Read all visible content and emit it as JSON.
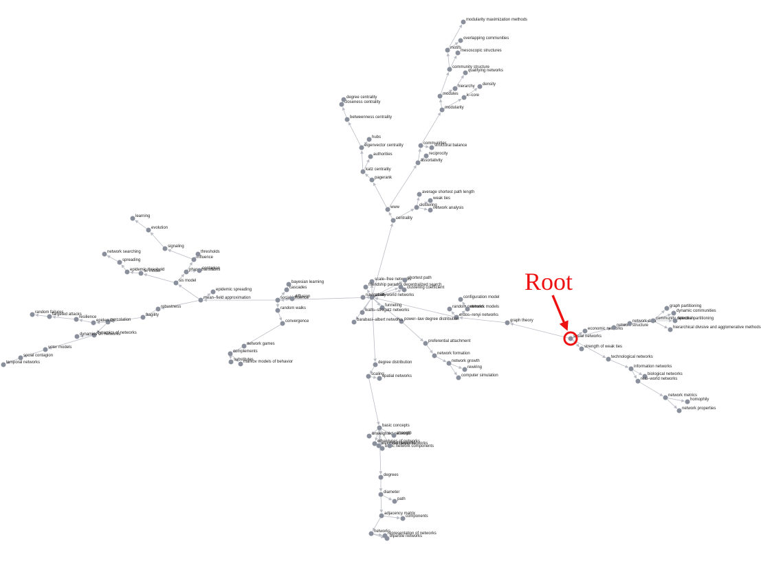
{
  "root_label": "Root",
  "colors": {
    "node": "#8a8f9c",
    "edge": "#b9bcc4",
    "highlight": "#ee1111"
  },
  "nodes": [
    {
      "id": "social",
      "label": "social networks"
    },
    {
      "id": "econ",
      "label": "economic networks"
    },
    {
      "id": "strength",
      "label": "strength of weak ties"
    },
    {
      "id": "graphtheory",
      "label": "graph theory"
    },
    {
      "id": "netstruct",
      "label": "network structure"
    },
    {
      "id": "netdata",
      "label": "network data"
    },
    {
      "id": "comdet",
      "label": "community detection"
    },
    {
      "id": "graphpart",
      "label": "graph partitioning"
    },
    {
      "id": "dyncom",
      "label": "dynamic communities"
    },
    {
      "id": "spectral",
      "label": "spectral partitioning"
    },
    {
      "id": "hier_div",
      "label": "hierarchical divisive and agglomerative methods"
    },
    {
      "id": "technet",
      "label": "technological networks"
    },
    {
      "id": "infonet",
      "label": "information networks"
    },
    {
      "id": "bionet",
      "label": "biological networks"
    },
    {
      "id": "realworld",
      "label": "real–world networks"
    },
    {
      "id": "netmetrics",
      "label": "network metrics"
    },
    {
      "id": "homophily",
      "label": "homophily"
    },
    {
      "id": "netprops",
      "label": "network properties"
    },
    {
      "id": "erdos",
      "label": "erdos–renyi networks"
    },
    {
      "id": "random_net",
      "label": "random networks"
    },
    {
      "id": "network_models",
      "label": "network models"
    },
    {
      "id": "config",
      "label": "configuration model"
    },
    {
      "id": "powerlaw",
      "label": "power–law degree distribution"
    },
    {
      "id": "prefatt",
      "label": "preferential attachment"
    },
    {
      "id": "netform",
      "label": "network formation"
    },
    {
      "id": "netgrowth",
      "label": "network growth"
    },
    {
      "id": "rewiring",
      "label": "rewiring"
    },
    {
      "id": "compsim",
      "label": "computer simulation"
    },
    {
      "id": "smallworld",
      "label": "small–world networks"
    },
    {
      "id": "scalefree",
      "label": "scale–free networks"
    },
    {
      "id": "shortestpath",
      "label": "shortest path"
    },
    {
      "id": "friendship",
      "label": "friendship paradox"
    },
    {
      "id": "decsearch",
      "label": "decentralized search"
    },
    {
      "id": "clustcoef",
      "label": "clustering coefficient"
    },
    {
      "id": "navig",
      "label": "navigability"
    },
    {
      "id": "funneling",
      "label": "funneling"
    },
    {
      "id": "watts",
      "label": "watts–strogatz networks"
    },
    {
      "id": "barabasi",
      "label": "barabasi–albert networks"
    },
    {
      "id": "centrality",
      "label": "centrality"
    },
    {
      "id": "www",
      "label": "www"
    },
    {
      "id": "clustering",
      "label": "clustering"
    },
    {
      "id": "avgpath",
      "label": "average shortest path length"
    },
    {
      "id": "weakties2",
      "label": "weak ties"
    },
    {
      "id": "netanalysis",
      "label": "network analysis"
    },
    {
      "id": "pagerank",
      "label": "pagerank"
    },
    {
      "id": "katz",
      "label": "katz centrality"
    },
    {
      "id": "authorities",
      "label": "authorities"
    },
    {
      "id": "eigen",
      "label": "eigenvector centrality"
    },
    {
      "id": "hubs",
      "label": "hubs"
    },
    {
      "id": "betweenness",
      "label": "betweenness centrality"
    },
    {
      "id": "closeness",
      "label": "closeness centrality"
    },
    {
      "id": "degcent",
      "label": "degree centrality"
    },
    {
      "id": "assort",
      "label": "assortativity"
    },
    {
      "id": "reciprocity",
      "label": "reciprocity"
    },
    {
      "id": "communities",
      "label": "communities"
    },
    {
      "id": "structbal",
      "label": "structural balance"
    },
    {
      "id": "modularity",
      "label": "modularity"
    },
    {
      "id": "kcore",
      "label": "k–core"
    },
    {
      "id": "density",
      "label": "density"
    },
    {
      "id": "modules",
      "label": "modules"
    },
    {
      "id": "hierarchy",
      "label": "hierarchy"
    },
    {
      "id": "qualnet",
      "label": "qualifying networks"
    },
    {
      "id": "comstruct",
      "label": "community structure"
    },
    {
      "id": "meso",
      "label": "mesoscopic structures"
    },
    {
      "id": "motifs",
      "label": "motifs"
    },
    {
      "id": "overlap",
      "label": "overlapping communities"
    },
    {
      "id": "modmax",
      "label": "modularity maximization methods"
    },
    {
      "id": "socinf",
      "label": "social influence"
    },
    {
      "id": "diffusion",
      "label": "diffusion"
    },
    {
      "id": "cascades",
      "label": "cascades"
    },
    {
      "id": "bayes",
      "label": "bayesian learning"
    },
    {
      "id": "randwalks",
      "label": "random walks"
    },
    {
      "id": "convergence",
      "label": "convergence"
    },
    {
      "id": "netgames",
      "label": "network games"
    },
    {
      "id": "complements",
      "label": "complements"
    },
    {
      "id": "substitutes",
      "label": "substitutes"
    },
    {
      "id": "markov",
      "label": "markov models of behavior"
    },
    {
      "id": "meanfield",
      "label": "mean–field approximation"
    },
    {
      "id": "epispread",
      "label": "epidemic spreading"
    },
    {
      "id": "sis",
      "label": "sis model"
    },
    {
      "id": "phasetrans",
      "label": "phase transitions"
    },
    {
      "id": "contagion",
      "label": "contagion"
    },
    {
      "id": "influence",
      "label": "influence"
    },
    {
      "id": "thresholds",
      "label": "thresholds"
    },
    {
      "id": "signaling",
      "label": "signaling"
    },
    {
      "id": "evolution",
      "label": "evolution"
    },
    {
      "id": "learning",
      "label": "learning"
    },
    {
      "id": "sir",
      "label": "sir model"
    },
    {
      "id": "epithresh",
      "label": "epidemic threshold"
    },
    {
      "id": "spreading",
      "label": "spreading"
    },
    {
      "id": "netsearch",
      "label": "network searching"
    },
    {
      "id": "robustness",
      "label": "robustness"
    },
    {
      "id": "fragility",
      "label": "fragility"
    },
    {
      "id": "percolation",
      "label": "percolation"
    },
    {
      "id": "epidemics",
      "label": "epidemics"
    },
    {
      "id": "resilience",
      "label": "resilience"
    },
    {
      "id": "targeted",
      "label": "targeted attacks"
    },
    {
      "id": "randfail",
      "label": "random failures"
    },
    {
      "id": "dynamics",
      "label": "dynamics of networks"
    },
    {
      "id": "dynon",
      "label": "dynamics on networks"
    },
    {
      "id": "voter",
      "label": "voter models"
    },
    {
      "id": "soccont",
      "label": "social contagion"
    },
    {
      "id": "temporal",
      "label": "temporal networks"
    },
    {
      "id": "degdist",
      "label": "degree distribution"
    },
    {
      "id": "scaling",
      "label": "scaling"
    },
    {
      "id": "spatial",
      "label": "spatial networks"
    },
    {
      "id": "basic",
      "label": "basic concepts"
    },
    {
      "id": "unweighted",
      "label": "unweighted networks"
    },
    {
      "id": "strength2",
      "label": "strength"
    },
    {
      "id": "othertypes",
      "label": "other types of networks"
    },
    {
      "id": "weighted",
      "label": "weighted networks"
    },
    {
      "id": "basic_comp",
      "label": "basic network components"
    },
    {
      "id": "multilayer",
      "label": "multilayer networks"
    },
    {
      "id": "degrees",
      "label": "degrees"
    },
    {
      "id": "diameter",
      "label": "diameter"
    },
    {
      "id": "path",
      "label": "path"
    },
    {
      "id": "adjacency",
      "label": "adjacency matrix"
    },
    {
      "id": "components",
      "label": "components"
    },
    {
      "id": "networks",
      "label": "networks"
    },
    {
      "id": "representation",
      "label": "representation of networks"
    },
    {
      "id": "bipartite",
      "label": "bipartite networks"
    }
  ],
  "edges": [
    [
      "social",
      "econ"
    ],
    [
      "social",
      "strength"
    ],
    [
      "social",
      "graphtheory"
    ],
    [
      "social",
      "netstruct"
    ],
    [
      "social",
      "technet"
    ],
    [
      "netstruct",
      "netdata"
    ],
    [
      "netdata",
      "comdet"
    ],
    [
      "comdet",
      "graphpart"
    ],
    [
      "comdet",
      "dyncom"
    ],
    [
      "comdet",
      "spectral"
    ],
    [
      "comdet",
      "hier_div"
    ],
    [
      "technet",
      "infonet"
    ],
    [
      "infonet",
      "bionet"
    ],
    [
      "infonet",
      "realworld"
    ],
    [
      "realworld",
      "netmetrics"
    ],
    [
      "netmetrics",
      "homophily"
    ],
    [
      "netmetrics",
      "netprops"
    ],
    [
      "graphtheory",
      "erdos"
    ],
    [
      "erdos",
      "random_net"
    ],
    [
      "erdos",
      "network_models"
    ],
    [
      "network_models",
      "config"
    ],
    [
      "erdos",
      "smallworld"
    ],
    [
      "smallworld",
      "powerlaw"
    ],
    [
      "powerlaw",
      "prefatt"
    ],
    [
      "prefatt",
      "netform"
    ],
    [
      "netform",
      "netgrowth"
    ],
    [
      "netgrowth",
      "rewiring"
    ],
    [
      "netgrowth",
      "compsim"
    ],
    [
      "smallworld",
      "scalefree"
    ],
    [
      "smallworld",
      "shortestpath"
    ],
    [
      "smallworld",
      "friendship"
    ],
    [
      "smallworld",
      "decsearch"
    ],
    [
      "smallworld",
      "clustcoef"
    ],
    [
      "smallworld",
      "navig"
    ],
    [
      "smallworld",
      "funneling"
    ],
    [
      "smallworld",
      "watts"
    ],
    [
      "smallworld",
      "barabasi"
    ],
    [
      "smallworld",
      "centrality"
    ],
    [
      "centrality",
      "www"
    ],
    [
      "centrality",
      "clustering"
    ],
    [
      "clustering",
      "avgpath"
    ],
    [
      "clustering",
      "weakties2"
    ],
    [
      "clustering",
      "netanalysis"
    ],
    [
      "www",
      "pagerank"
    ],
    [
      "pagerank",
      "katz"
    ],
    [
      "katz",
      "authorities"
    ],
    [
      "katz",
      "eigen"
    ],
    [
      "eigen",
      "hubs"
    ],
    [
      "eigen",
      "betweenness"
    ],
    [
      "betweenness",
      "closeness"
    ],
    [
      "closeness",
      "degcent"
    ],
    [
      "www",
      "assort"
    ],
    [
      "assort",
      "reciprocity"
    ],
    [
      "assort",
      "communities"
    ],
    [
      "communities",
      "structbal"
    ],
    [
      "communities",
      "modularity"
    ],
    [
      "modularity",
      "kcore"
    ],
    [
      "kcore",
      "density"
    ],
    [
      "modularity",
      "modules"
    ],
    [
      "modules",
      "hierarchy"
    ],
    [
      "hierarchy",
      "qualnet"
    ],
    [
      "modules",
      "comstruct"
    ],
    [
      "comstruct",
      "meso"
    ],
    [
      "comstruct",
      "motifs"
    ],
    [
      "motifs",
      "overlap"
    ],
    [
      "motifs",
      "modmax"
    ],
    [
      "smallworld",
      "socinf"
    ],
    [
      "socinf",
      "diffusion"
    ],
    [
      "socinf",
      "cascades"
    ],
    [
      "cascades",
      "bayes"
    ],
    [
      "socinf",
      "randwalks"
    ],
    [
      "randwalks",
      "convergence"
    ],
    [
      "convergence",
      "netgames"
    ],
    [
      "netgames",
      "complements"
    ],
    [
      "complements",
      "substitutes"
    ],
    [
      "complements",
      "markov"
    ],
    [
      "socinf",
      "meanfield"
    ],
    [
      "meanfield",
      "epispread"
    ],
    [
      "meanfield",
      "sis"
    ],
    [
      "sis",
      "phasetrans"
    ],
    [
      "phasetrans",
      "contagion"
    ],
    [
      "phasetrans",
      "influence"
    ],
    [
      "influence",
      "thresholds"
    ],
    [
      "influence",
      "signaling"
    ],
    [
      "signaling",
      "evolution"
    ],
    [
      "evolution",
      "learning"
    ],
    [
      "sis",
      "sir"
    ],
    [
      "sir",
      "epithresh"
    ],
    [
      "epithresh",
      "spreading"
    ],
    [
      "spreading",
      "netsearch"
    ],
    [
      "meanfield",
      "robustness"
    ],
    [
      "robustness",
      "fragility"
    ],
    [
      "fragility",
      "percolation"
    ],
    [
      "percolation",
      "epidemics"
    ],
    [
      "epidemics",
      "resilience"
    ],
    [
      "resilience",
      "targeted"
    ],
    [
      "targeted",
      "randfail"
    ],
    [
      "percolation",
      "dynamics"
    ],
    [
      "dynamics",
      "dynon"
    ],
    [
      "dynamics",
      "voter"
    ],
    [
      "voter",
      "soccont"
    ],
    [
      "soccont",
      "temporal"
    ],
    [
      "smallworld",
      "degdist"
    ],
    [
      "degdist",
      "scaling"
    ],
    [
      "scaling",
      "spatial"
    ],
    [
      "scaling",
      "basic"
    ],
    [
      "basic",
      "unweighted"
    ],
    [
      "basic",
      "strength2"
    ],
    [
      "basic",
      "othertypes"
    ],
    [
      "basic",
      "weighted"
    ],
    [
      "basic",
      "basic_comp"
    ],
    [
      "basic",
      "multilayer"
    ],
    [
      "basic",
      "degrees"
    ],
    [
      "degrees",
      "diameter"
    ],
    [
      "diameter",
      "path"
    ],
    [
      "diameter",
      "adjacency"
    ],
    [
      "adjacency",
      "components"
    ],
    [
      "adjacency",
      "networks"
    ],
    [
      "networks",
      "representation"
    ],
    [
      "networks",
      "bipartite"
    ]
  ]
}
